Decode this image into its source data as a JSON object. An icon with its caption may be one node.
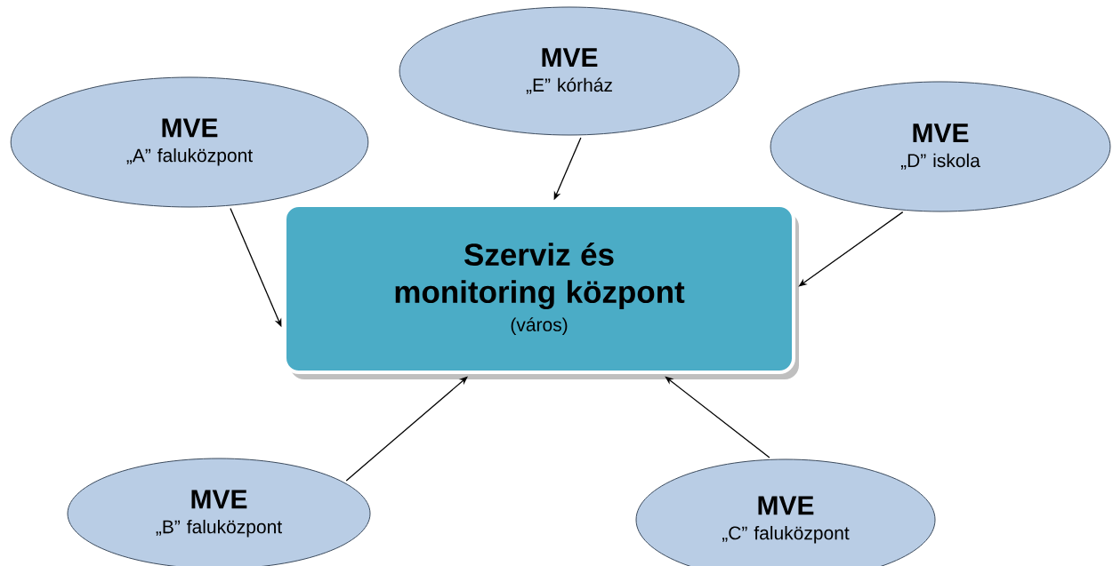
{
  "diagram": {
    "nodes": [
      {
        "text": [
          "MVE",
          "„E” kórház"
        ]
      },
      {
        "text": [
          "MVE",
          "„A” faluközpont"
        ]
      },
      {
        "text": [
          "MVE",
          "„D” iskola"
        ]
      },
      {
        "text": [
          "Szerviz és monitoring központ",
          "(város)"
        ]
      },
      {
        "text": [
          "MVE",
          "„B” faluközpont"
        ]
      },
      {
        "text": [
          "MVE",
          "„C” faluközpont"
        ]
      }
    ],
    "edges": [
      {
        "from": 1,
        "to": 3,
        "arrow": "to"
      },
      {
        "from": 0,
        "to": 3,
        "arrow": "to"
      },
      {
        "from": 2,
        "to": 3,
        "arrow": "to"
      },
      {
        "from": 4,
        "to": 3,
        "arrow": "to"
      },
      {
        "from": 5,
        "to": 3,
        "arrow": "to"
      }
    ]
  }
}
